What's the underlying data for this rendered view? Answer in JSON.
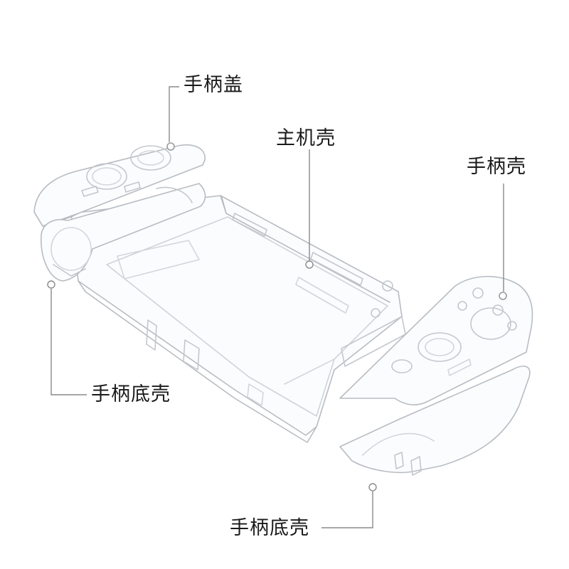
{
  "diagram": {
    "labels": {
      "handle_cover": "手柄盖",
      "console_shell": "主机壳",
      "handle_shell": "手柄壳",
      "handle_bottom_left": "手柄底壳",
      "handle_bottom_bottom": "手柄底壳"
    },
    "colors": {
      "leader_line": "#8a8a8a",
      "part_outline": "#b8bcc2",
      "part_detail": "#cfd3d8",
      "label_text": "#1a1a1a"
    }
  }
}
